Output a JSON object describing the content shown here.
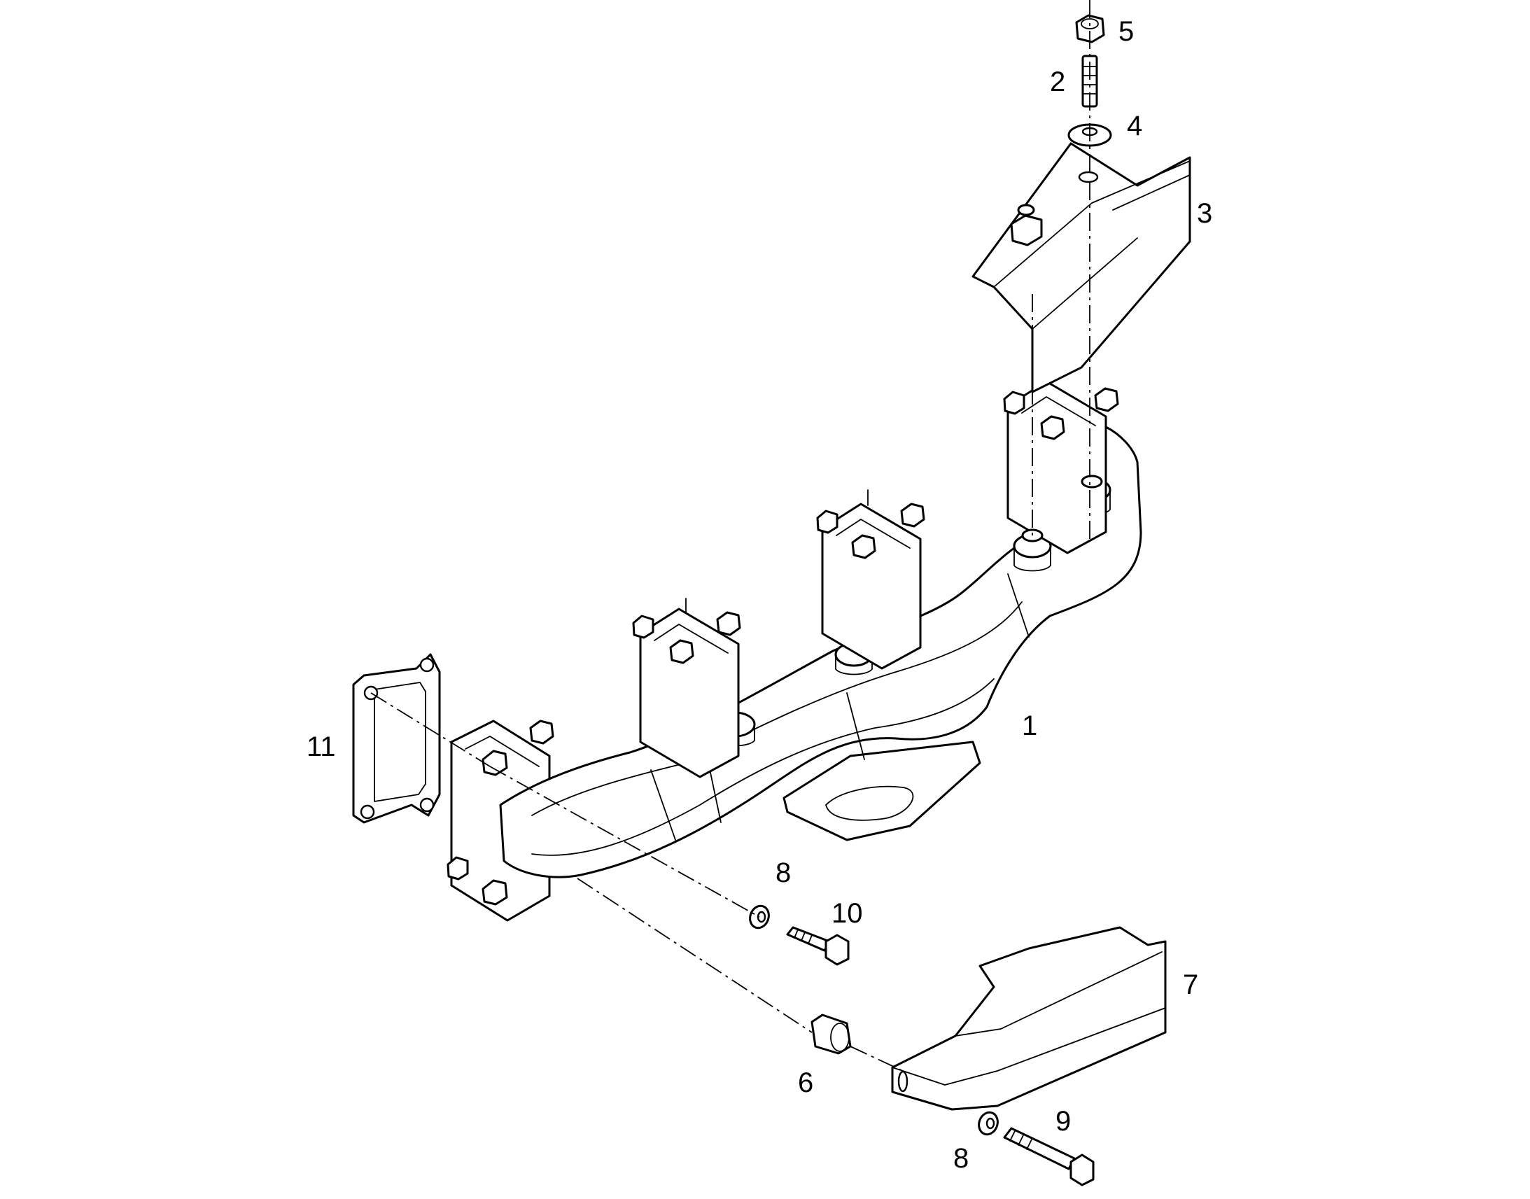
{
  "callouts": {
    "c1": "1",
    "c2": "2",
    "c3": "3",
    "c4": "4",
    "c5": "5",
    "c6": "6",
    "c7": "7",
    "c8a": "8",
    "c8b": "8",
    "c9": "9",
    "c10": "10",
    "c11": "11"
  },
  "style": {
    "line_color": "#000000",
    "background": "#ffffff"
  }
}
